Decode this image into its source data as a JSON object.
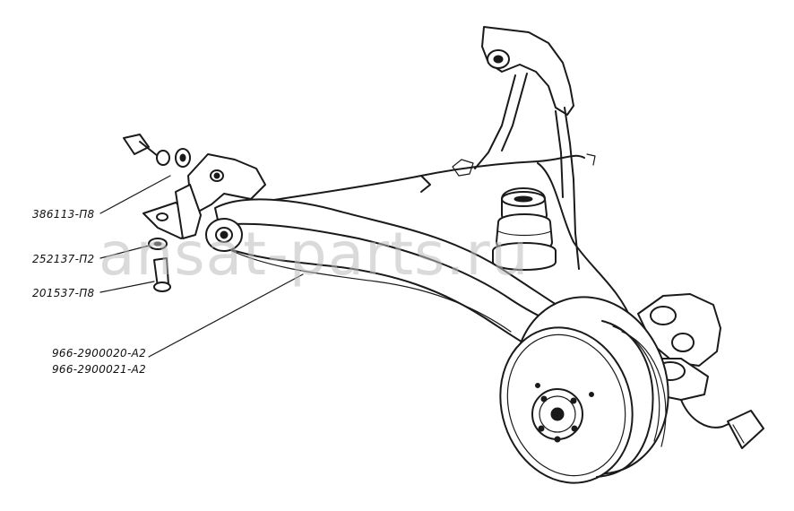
{
  "labels": {
    "bolt_upper": "386113-П8",
    "washer": "252137-П2",
    "bolt_lower": "201537-П8",
    "beam_left": "966-2900020-А2",
    "beam_right": "966-2900021-А2"
  },
  "watermark": "ansat-parts.ru"
}
